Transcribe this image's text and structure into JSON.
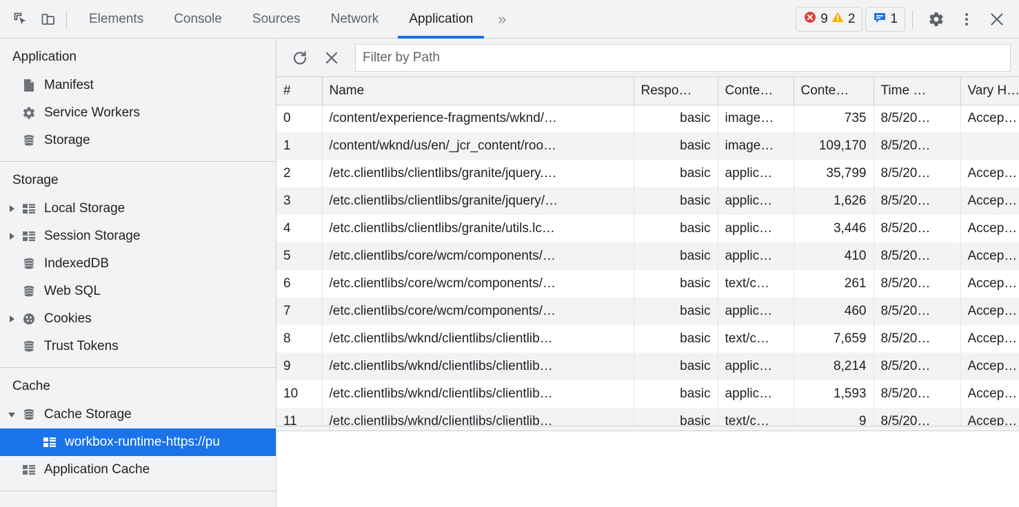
{
  "tabbar": {
    "inspect_icon": "inspect-element-icon",
    "device_icon": "device-toolbar-icon",
    "tabs": [
      {
        "label": "Elements",
        "active": false
      },
      {
        "label": "Console",
        "active": false
      },
      {
        "label": "Sources",
        "active": false
      },
      {
        "label": "Network",
        "active": false
      },
      {
        "label": "Application",
        "active": true
      }
    ],
    "more_glyph": "»",
    "errors_count": "9",
    "warnings_count": "2",
    "messages_count": "1",
    "settings_icon": "gear-icon",
    "menu_icon": "kebab-menu-icon",
    "close_icon": "close-icon",
    "accent_color": "#1a73e8",
    "error_color": "#db4437",
    "warning_color": "#f4b400",
    "message_color": "#1a73e8"
  },
  "sidebar": {
    "sections": [
      {
        "title": "Application",
        "items": [
          {
            "label": "Manifest",
            "icon": "manifest-document-icon",
            "twisty": "none",
            "indent": 1,
            "selected": false
          },
          {
            "label": "Service Workers",
            "icon": "gear-icon",
            "twisty": "none",
            "indent": 1,
            "selected": false
          },
          {
            "label": "Storage",
            "icon": "database-icon",
            "twisty": "none",
            "indent": 1,
            "selected": false
          }
        ]
      },
      {
        "title": "Storage",
        "items": [
          {
            "label": "Local Storage",
            "icon": "table-grid-icon",
            "twisty": "collapsed",
            "indent": 1,
            "selected": false
          },
          {
            "label": "Session Storage",
            "icon": "table-grid-icon",
            "twisty": "collapsed",
            "indent": 1,
            "selected": false
          },
          {
            "label": "IndexedDB",
            "icon": "database-icon",
            "twisty": "none",
            "indent": 1,
            "selected": false
          },
          {
            "label": "Web SQL",
            "icon": "database-icon",
            "twisty": "none",
            "indent": 1,
            "selected": false
          },
          {
            "label": "Cookies",
            "icon": "cookie-icon",
            "twisty": "collapsed",
            "indent": 1,
            "selected": false
          },
          {
            "label": "Trust Tokens",
            "icon": "database-icon",
            "twisty": "none",
            "indent": 1,
            "selected": false
          }
        ]
      },
      {
        "title": "Cache",
        "items": [
          {
            "label": "Cache Storage",
            "icon": "database-icon",
            "twisty": "expanded",
            "indent": 1,
            "selected": false
          },
          {
            "label": "workbox-runtime-https://pu",
            "icon": "table-grid-icon",
            "twisty": "none",
            "indent": 2,
            "selected": true
          },
          {
            "label": "Application Cache",
            "icon": "table-grid-icon",
            "twisty": "none",
            "indent": 1,
            "selected": false
          }
        ]
      }
    ]
  },
  "main": {
    "refresh_icon": "refresh-icon",
    "delete_icon": "delete-x-icon",
    "filter_placeholder": "Filter by Path",
    "filter_value": "",
    "columns": [
      {
        "key": "idx",
        "label": "#",
        "align": "left"
      },
      {
        "key": "name",
        "label": "Name",
        "align": "left"
      },
      {
        "key": "resp",
        "label": "Respo…",
        "align": "right"
      },
      {
        "key": "ct",
        "label": "Conte…",
        "align": "left"
      },
      {
        "key": "cl",
        "label": "Conte…",
        "align": "right"
      },
      {
        "key": "time",
        "label": "Time …",
        "align": "left"
      },
      {
        "key": "vary",
        "label": "Vary H…",
        "align": "left"
      }
    ],
    "rows": [
      {
        "idx": "0",
        "name": "/content/experience-fragments/wknd/…",
        "resp": "basic",
        "ct": "image…",
        "cl": "735",
        "time": "8/5/20…",
        "vary": "Accep…"
      },
      {
        "idx": "1",
        "name": "/content/wknd/us/en/_jcr_content/roo…",
        "resp": "basic",
        "ct": "image…",
        "cl": "109,170",
        "time": "8/5/20…",
        "vary": ""
      },
      {
        "idx": "2",
        "name": "/etc.clientlibs/clientlibs/granite/jquery.…",
        "resp": "basic",
        "ct": "applic…",
        "cl": "35,799",
        "time": "8/5/20…",
        "vary": "Accep…"
      },
      {
        "idx": "3",
        "name": "/etc.clientlibs/clientlibs/granite/jquery/…",
        "resp": "basic",
        "ct": "applic…",
        "cl": "1,626",
        "time": "8/5/20…",
        "vary": "Accep…"
      },
      {
        "idx": "4",
        "name": "/etc.clientlibs/clientlibs/granite/utils.lc…",
        "resp": "basic",
        "ct": "applic…",
        "cl": "3,446",
        "time": "8/5/20…",
        "vary": "Accep…"
      },
      {
        "idx": "5",
        "name": "/etc.clientlibs/core/wcm/components/…",
        "resp": "basic",
        "ct": "applic…",
        "cl": "410",
        "time": "8/5/20…",
        "vary": "Accep…"
      },
      {
        "idx": "6",
        "name": "/etc.clientlibs/core/wcm/components/…",
        "resp": "basic",
        "ct": "text/c…",
        "cl": "261",
        "time": "8/5/20…",
        "vary": "Accep…"
      },
      {
        "idx": "7",
        "name": "/etc.clientlibs/core/wcm/components/…",
        "resp": "basic",
        "ct": "applic…",
        "cl": "460",
        "time": "8/5/20…",
        "vary": "Accep…"
      },
      {
        "idx": "8",
        "name": "/etc.clientlibs/wknd/clientlibs/clientlib…",
        "resp": "basic",
        "ct": "text/c…",
        "cl": "7,659",
        "time": "8/5/20…",
        "vary": "Accep…"
      },
      {
        "idx": "9",
        "name": "/etc.clientlibs/wknd/clientlibs/clientlib…",
        "resp": "basic",
        "ct": "applic…",
        "cl": "8,214",
        "time": "8/5/20…",
        "vary": "Accep…"
      },
      {
        "idx": "10",
        "name": "/etc.clientlibs/wknd/clientlibs/clientlib…",
        "resp": "basic",
        "ct": "applic…",
        "cl": "1,593",
        "time": "8/5/20…",
        "vary": "Accep…"
      },
      {
        "idx": "11",
        "name": "/etc.clientlibs/wknd/clientlibs/clientlib…",
        "resp": "basic",
        "ct": "text/c…",
        "cl": "9",
        "time": "8/5/20…",
        "vary": "Accep…"
      }
    ]
  }
}
